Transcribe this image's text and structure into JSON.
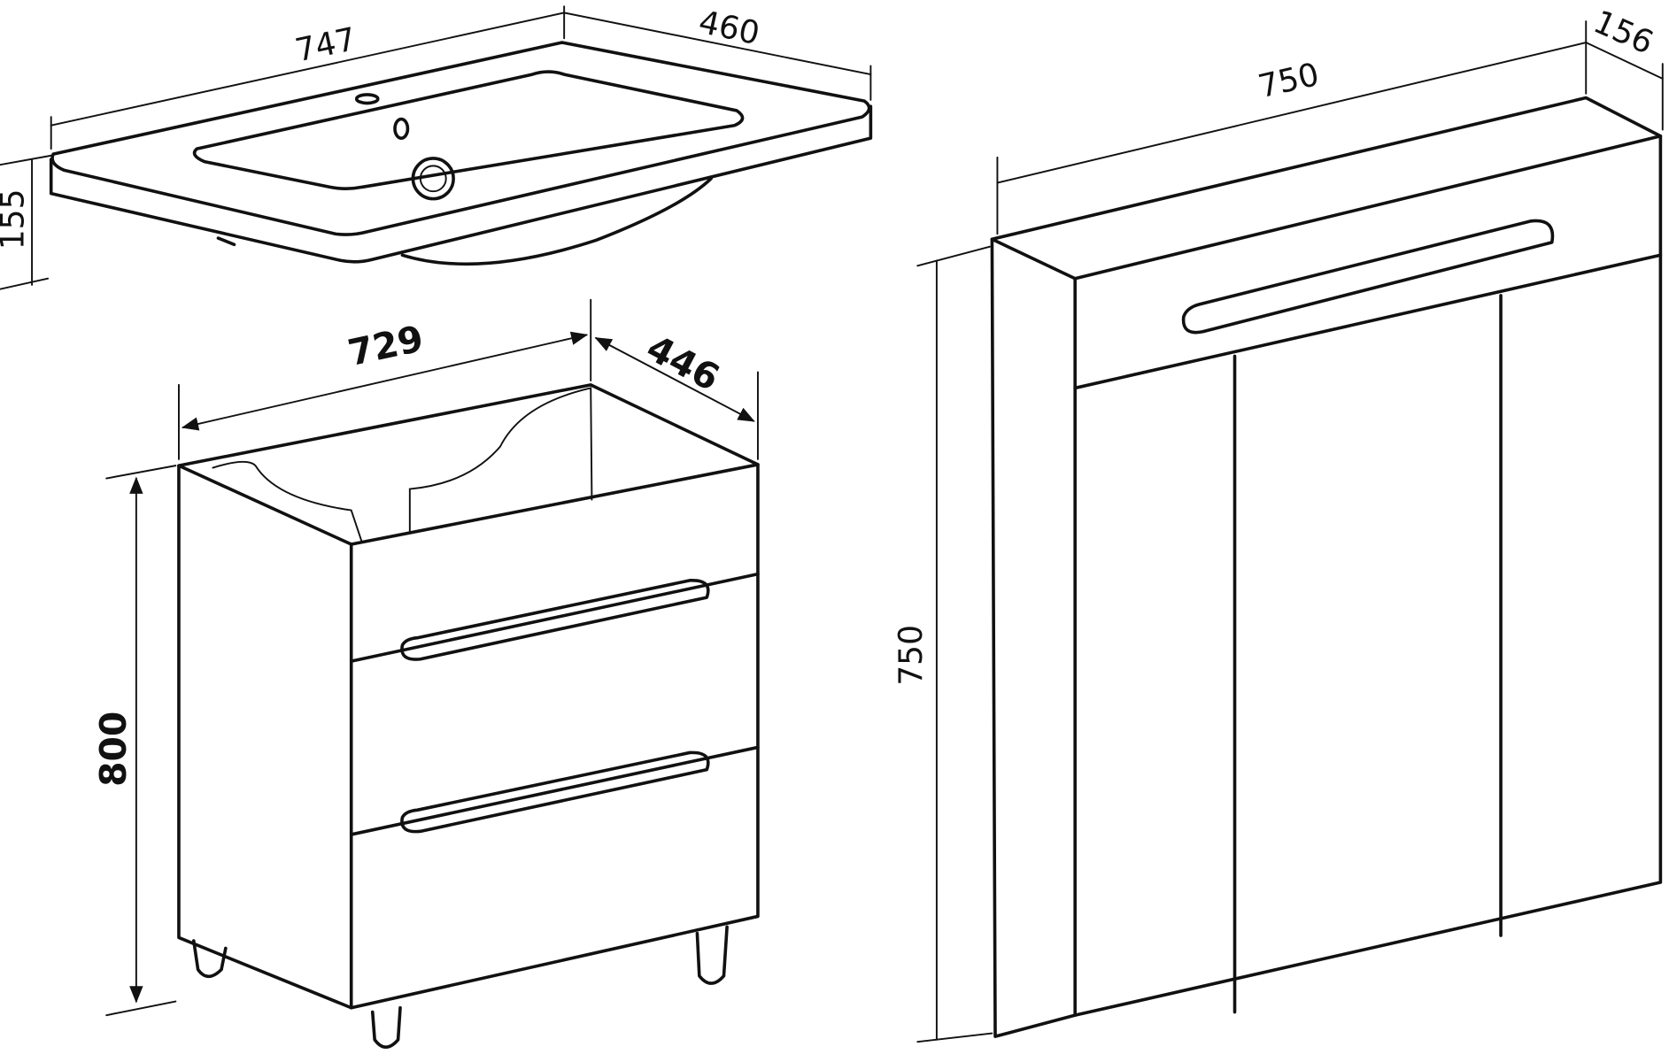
{
  "sink": {
    "width_label": "747",
    "depth_label": "460",
    "height_label": "155"
  },
  "vanity": {
    "width_label": "729",
    "depth_label": "446",
    "height_label": "800"
  },
  "mirror_cabinet": {
    "width_label": "750",
    "depth_label": "156",
    "height_label": "750"
  },
  "colors": {
    "line": "#111111",
    "background": "#ffffff"
  }
}
